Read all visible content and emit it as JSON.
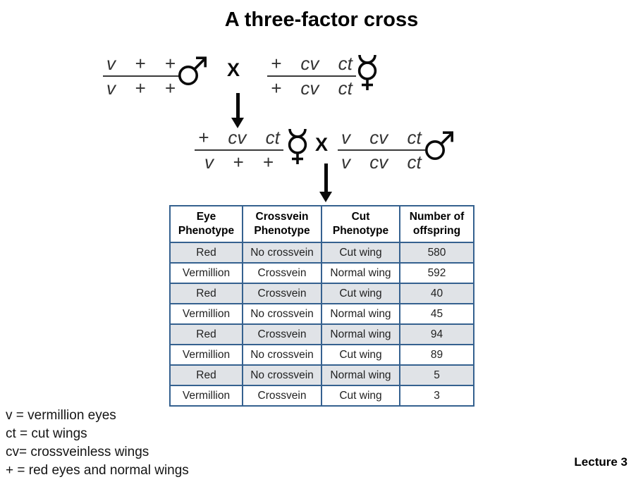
{
  "title": "A three-factor cross",
  "cross1": {
    "left": {
      "top": "v + +",
      "bottom": "v + +",
      "sex": "male"
    },
    "x": "X",
    "right": {
      "top": "+ cv ct",
      "bottom": "+ cv ct",
      "sex": "female"
    }
  },
  "cross2": {
    "left": {
      "top": "+ cv ct",
      "bottom": "v + +",
      "sex": "female"
    },
    "x": "X",
    "right": {
      "top": "v cv ct",
      "bottom": "v cv ct",
      "sex": "male"
    }
  },
  "icons": {
    "male": "mars-male-symbol",
    "female": "mercury-virgin-female-symbol",
    "arrow": "down-arrow"
  },
  "table": {
    "headers": [
      "Eye Phenotype",
      "Crossvein Phenotype",
      "Cut Phenotype",
      "Number of offspring"
    ],
    "rows": [
      [
        "Red",
        "No crossvein",
        "Cut wing",
        "580"
      ],
      [
        "Vermillion",
        "Crossvein",
        "Normal wing",
        "592"
      ],
      [
        "Red",
        "Crossvein",
        "Cut wing",
        "40"
      ],
      [
        "Vermillion",
        "No crossvein",
        "Normal wing",
        "45"
      ],
      [
        "Red",
        "Crossvein",
        "Normal wing",
        "94"
      ],
      [
        "Vermillion",
        "No crossvein",
        "Cut wing",
        "89"
      ],
      [
        "Red",
        "No crossvein",
        "Normal wing",
        "5"
      ],
      [
        "Vermillion",
        "Crossvein",
        "Cut wing",
        "3"
      ]
    ]
  },
  "legend": {
    "lines": [
      "v  = vermillion eyes",
      "ct = cut wings",
      "cv= crossveinless wings",
      "+ = red eyes and normal wings"
    ]
  },
  "footer": "Lecture 3",
  "colors": {
    "table_border": "#35618f",
    "shaded_row": "#e0e3e7",
    "background": "#ffffff",
    "genotype_text": "#333333",
    "symbol_black": "#0a0a0a"
  }
}
